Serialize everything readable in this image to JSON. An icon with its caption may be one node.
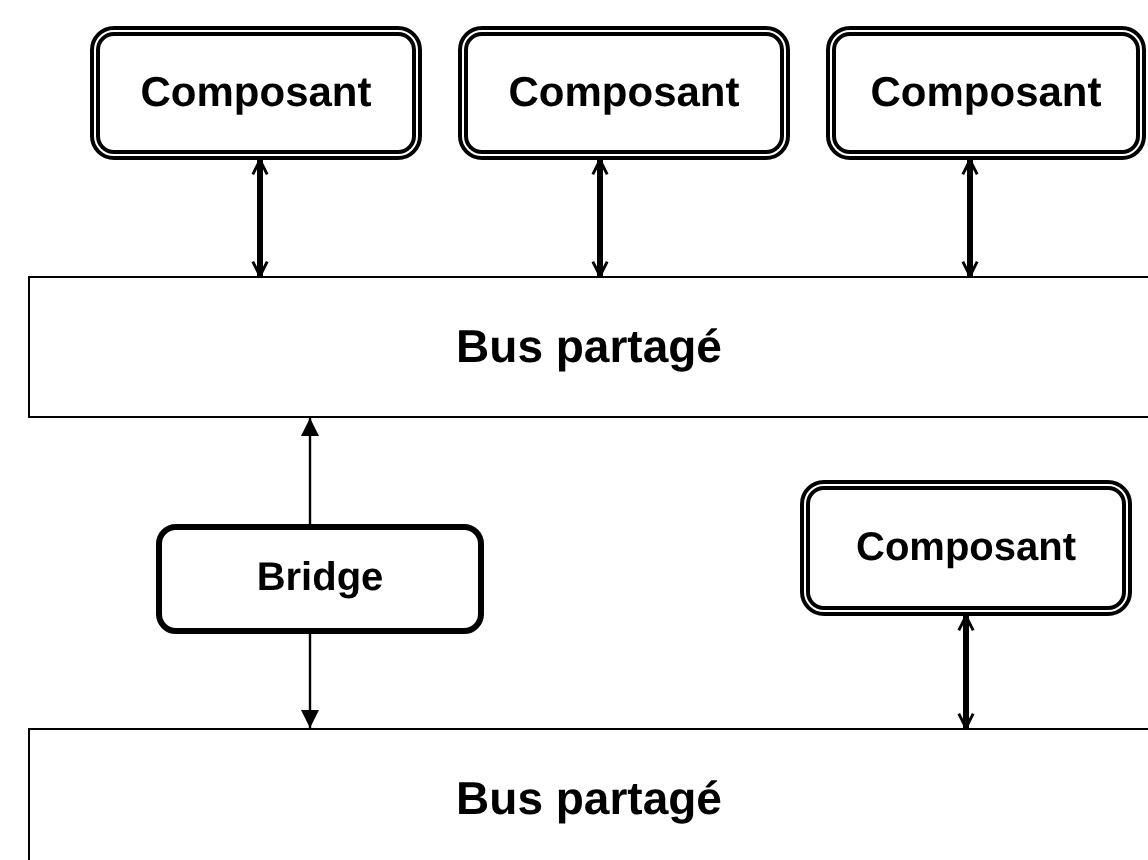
{
  "diagram": {
    "nodes": [
      {
        "text": [
          "Composant"
        ]
      },
      {
        "text": [
          "Composant"
        ]
      },
      {
        "text": [
          "Composant"
        ]
      },
      {
        "text": [
          "Bus partagé"
        ]
      },
      {
        "text": [
          "Bridge"
        ]
      },
      {
        "text": [
          "Composant"
        ]
      },
      {
        "text": [
          "Bus partagé"
        ]
      }
    ],
    "edges": [
      {
        "from": 0,
        "to": 3,
        "arrow": "both"
      },
      {
        "from": 1,
        "to": 3,
        "arrow": "both"
      },
      {
        "from": 2,
        "to": 3,
        "arrow": "both"
      },
      {
        "from": 4,
        "to": 3,
        "arrow": "to"
      },
      {
        "from": 4,
        "to": 6,
        "arrow": "to"
      },
      {
        "from": 5,
        "to": 6,
        "arrow": "both"
      }
    ]
  }
}
